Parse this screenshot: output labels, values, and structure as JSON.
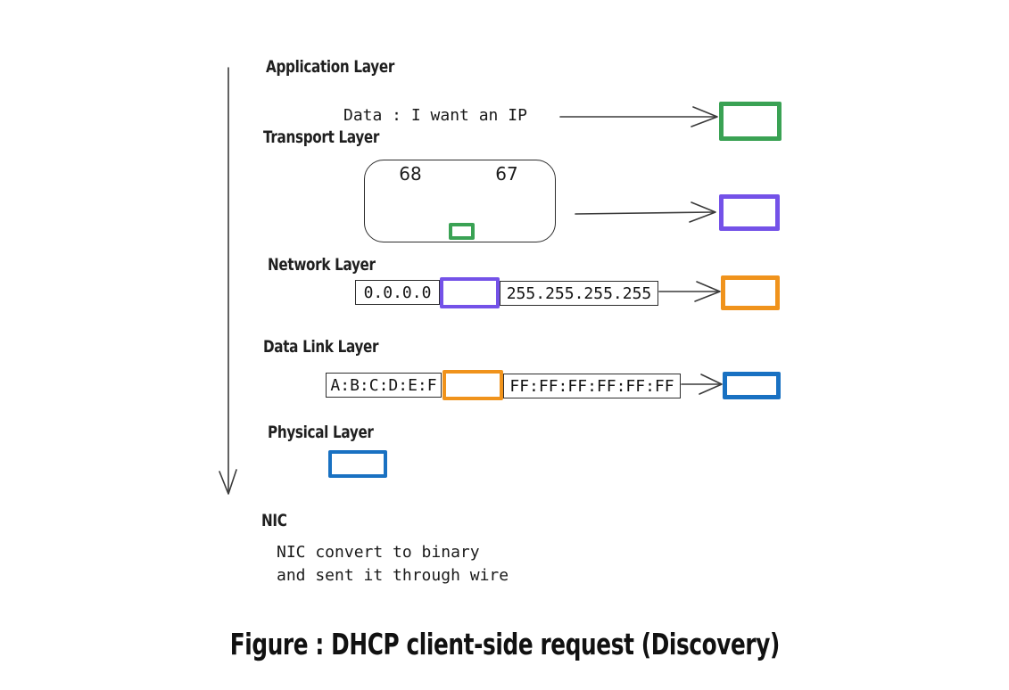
{
  "colors": {
    "green": "#3aa254",
    "purple": "#7452e8",
    "orange": "#f0931c",
    "blue": "#1971c2",
    "ink": "#3a3a3a"
  },
  "layers": {
    "application": {
      "label": "Application Layer",
      "data_text": "Data : I want an IP"
    },
    "transport": {
      "label": "Transport Layer",
      "src_port": "68",
      "dst_port": "67"
    },
    "network": {
      "label": "Network Layer",
      "src_ip": "0.0.0.0",
      "dst_ip": "255.255.255.255"
    },
    "data_link": {
      "label": "Data Link Layer",
      "src_mac": "A:B:C:D:E:F",
      "dst_mac": "FF:FF:FF:FF:FF:FF"
    },
    "physical": {
      "label": "Physical Layer"
    },
    "nic": {
      "label": "NIC",
      "note_line1": "NIC convert to binary",
      "note_line2": "and sent it through wire"
    }
  },
  "caption": "Figure : DHCP client-side request (Discovery)"
}
